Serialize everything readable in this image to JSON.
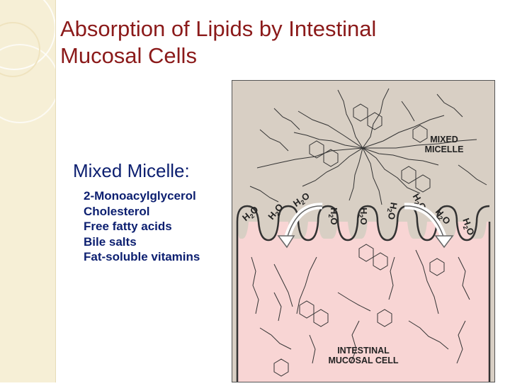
{
  "slide": {
    "title_lines": [
      "Absorption of Lipids by Intestinal",
      "Mucosal Cells"
    ],
    "subtitle": "Mixed Micelle:",
    "components": [
      "2-Monoacylglycerol",
      "Cholesterol",
      "Free fatty acids",
      "Bile salts",
      "Fat-soluble vitamins"
    ],
    "colors": {
      "title": "#8b1a1a",
      "body_text": "#0c1f70",
      "side_band": "#f6efd6",
      "figure_top_bg": "#d8cfc4",
      "figure_cell_bg": "#f8d5d4"
    }
  },
  "figure": {
    "micelle_label_lines": [
      "MIXED",
      "MICELLE"
    ],
    "cell_label_lines": [
      "INTESTINAL",
      "MUCOSAL CELL"
    ],
    "water_label": "H2O"
  }
}
